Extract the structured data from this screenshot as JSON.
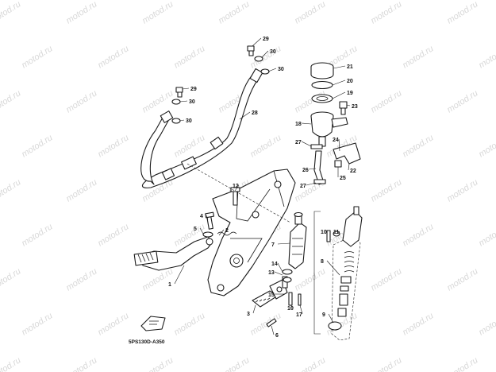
{
  "diagram": {
    "code": "5PS130D-A350",
    "watermark": "motod.ru",
    "callouts": [
      "1",
      "2",
      "3",
      "4",
      "5",
      "6",
      "7",
      "8",
      "9",
      "10",
      "11",
      "12",
      "13",
      "14",
      "15",
      "16",
      "17",
      "18",
      "19",
      "20",
      "21",
      "22",
      "23",
      "24",
      "25",
      "26",
      "27",
      "28",
      "29",
      "30"
    ]
  }
}
